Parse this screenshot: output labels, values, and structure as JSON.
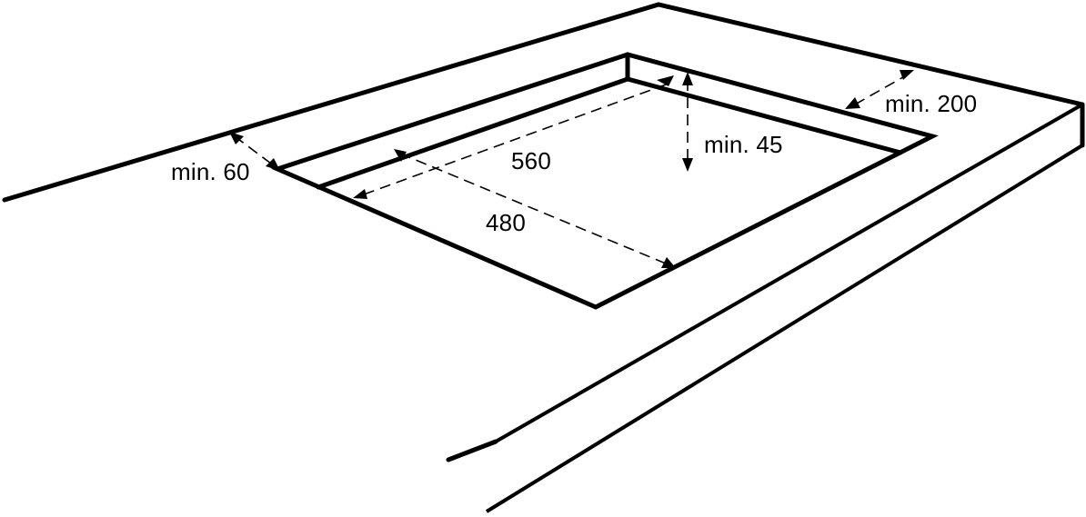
{
  "diagram": {
    "type": "hob-installation-cutout",
    "colors": {
      "line": "#000000",
      "background": "#ffffff"
    },
    "labels": {
      "min_60": "min. 60",
      "min_45": "min. 45",
      "min_200": "min. 200",
      "width_560": "560",
      "depth_480": "480"
    }
  }
}
